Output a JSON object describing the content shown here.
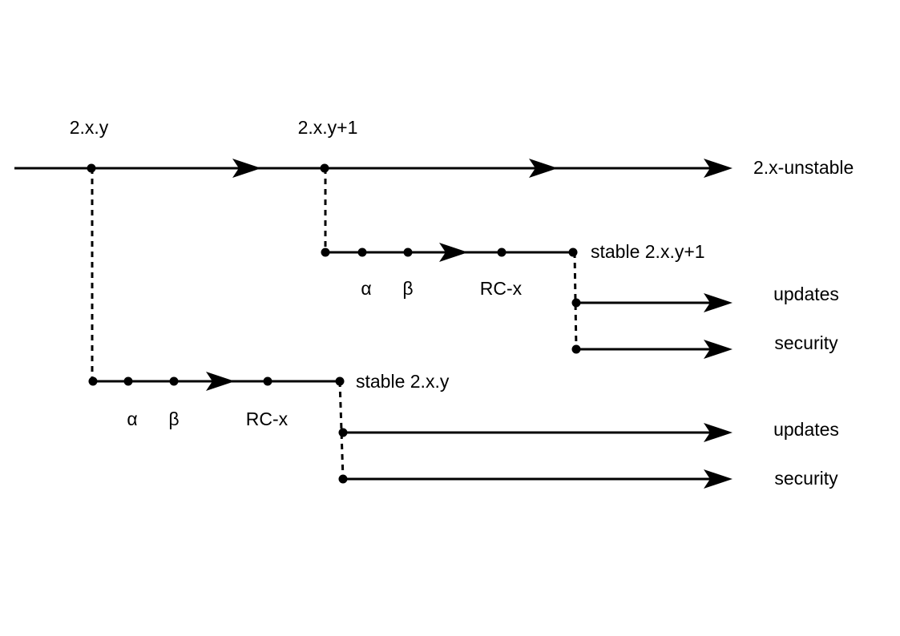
{
  "trunk": {
    "release_label": "2.x.y",
    "next_release_label": "2.x.y+1",
    "branch_label": "2.x-unstable"
  },
  "branch_upper": {
    "alpha_label": "α",
    "beta_label": "β",
    "rc_label": "RC-x",
    "stable_label": "stable 2.x.y+1",
    "updates_label": "updates",
    "security_label": "security"
  },
  "branch_lower": {
    "alpha_label": "α",
    "beta_label": "β",
    "rc_label": "RC-x",
    "stable_label": "stable 2.x.y",
    "updates_label": "updates",
    "security_label": "security"
  }
}
